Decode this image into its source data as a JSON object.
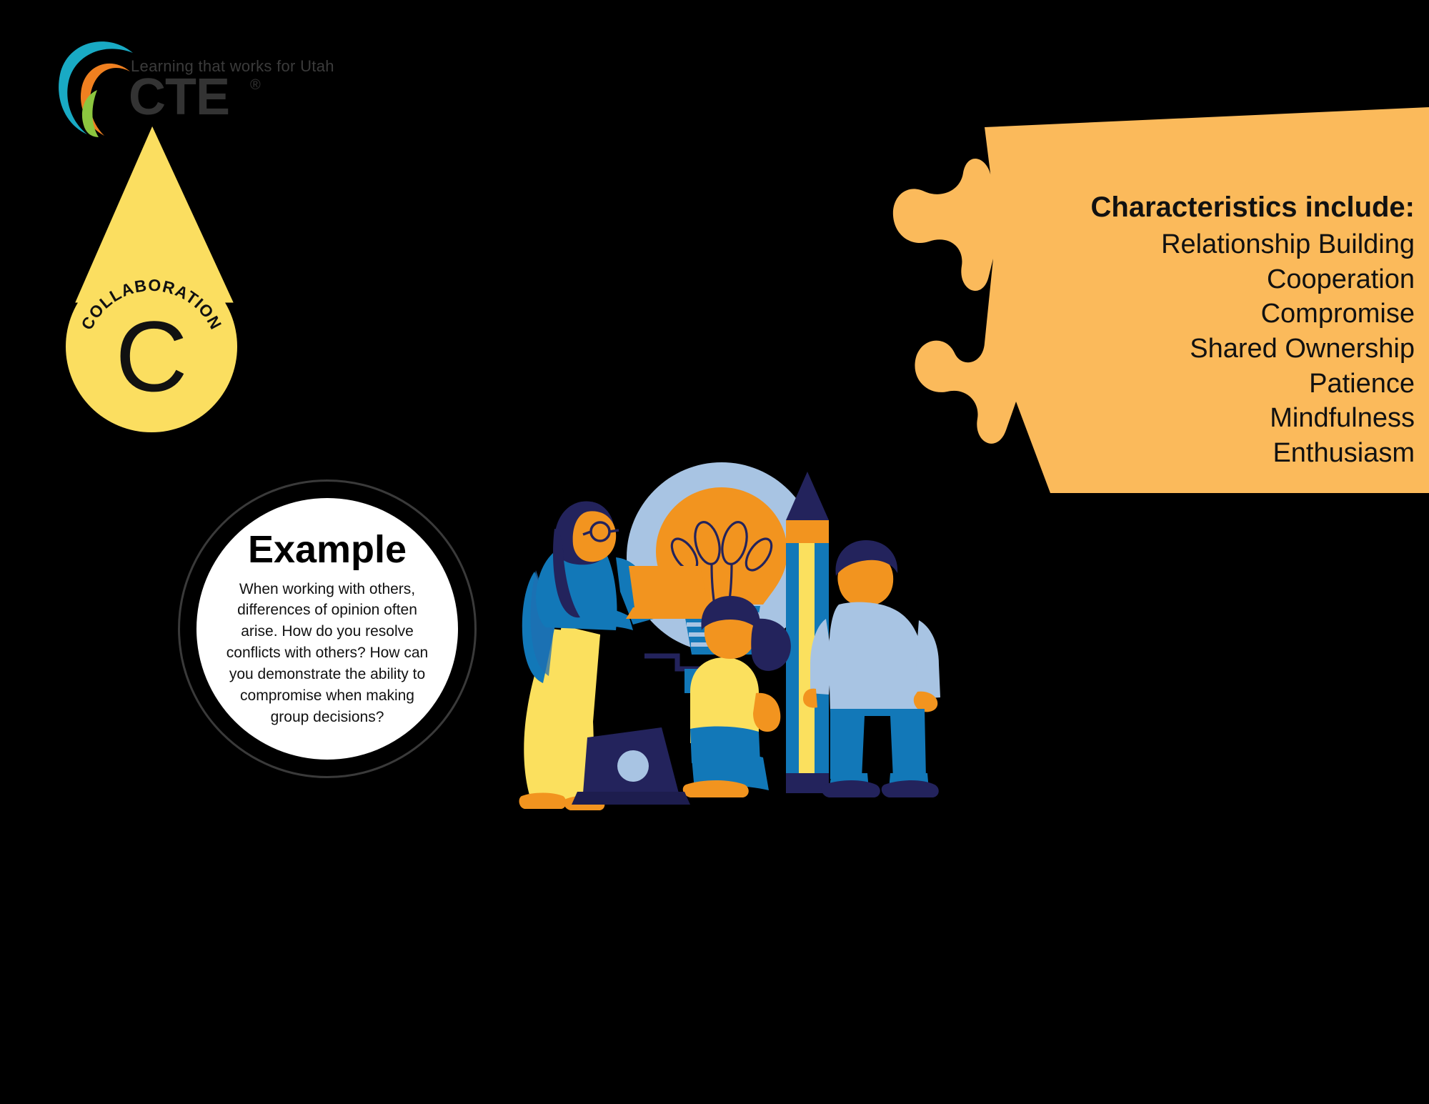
{
  "logo": {
    "tagline": "Learning that works for Utah",
    "brand": "CTE",
    "registered": "®",
    "colors": {
      "teal": "#19aac4",
      "orange": "#f08020",
      "green": "#8cc63f",
      "text": "#3b3b3b"
    }
  },
  "badge": {
    "arc_label": "COLLABORATION",
    "letter": "C",
    "color": "#FBDE60"
  },
  "puzzle": {
    "title": "Characteristics include:",
    "items": [
      "Relationship Building",
      "Cooperation",
      "Compromise",
      "Shared Ownership",
      "Patience",
      "Mindfulness",
      "Enthusiasm"
    ],
    "checkmark_icon": "check-icon",
    "color": "#FBBA5B"
  },
  "example": {
    "title": "Example",
    "body": "When working with others, differences of opinion often arise. How do you resolve conflicts with others? How can you demonstrate the ability to compromise when making group decisions?",
    "ring_color": "#111111",
    "fill_color": "#ffffff"
  },
  "illustration": {
    "name": "teamwork-collaboration-illustration",
    "elements": [
      "woman-standing-with-laptop",
      "lightbulb-idea-circle",
      "girl-sitting-with-laptop",
      "giant-pencil",
      "man-standing"
    ],
    "colors": {
      "navy": "#23235c",
      "blue": "#1278b8",
      "light_blue": "#a8c4e3",
      "yellow": "#fbe05e",
      "orange": "#f2941f",
      "dark_navy": "#1d1d4e"
    }
  }
}
